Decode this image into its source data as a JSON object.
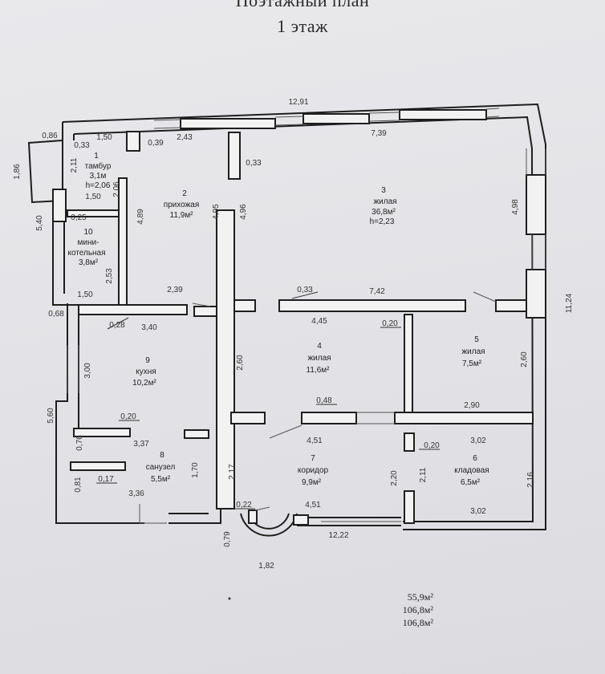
{
  "title": {
    "line1": "Поэтажный план",
    "line2": "1 этаж"
  },
  "rooms": [
    {
      "num": "1",
      "name": "тамбур",
      "area": "3,1м",
      "height": "h=2,06"
    },
    {
      "num": "2",
      "name": "прихожая",
      "area": "11,9м²"
    },
    {
      "num": "3",
      "name": "жилая",
      "area": "36,8м²",
      "height": "h=2,23"
    },
    {
      "num": "4",
      "name": "жилая",
      "area": "11,6м²"
    },
    {
      "num": "5",
      "name": "жилая",
      "area": "7,5м²"
    },
    {
      "num": "6",
      "name": "кладовая",
      "area": "6,5м²"
    },
    {
      "num": "7",
      "name": "коридор",
      "area": "9,9м²"
    },
    {
      "num": "8",
      "name": "санузел",
      "area": "5,5м²"
    },
    {
      "num": "9",
      "name": "кухня",
      "area": "10,2м²"
    },
    {
      "num": "10",
      "name": "мини-",
      "name2": "котельная",
      "area": "3,8м²"
    }
  ],
  "dims": {
    "top_total": "12,91",
    "d_086": "0,86",
    "d_033a": "0,33",
    "d_150a": "1,50",
    "d_039": "0,39",
    "d_243": "2,43",
    "d_739": "7,39",
    "d_186": "1,86",
    "d_211": "2,11",
    "d_206": "2,06",
    "d_150b": "1,50",
    "d_033b": "0,33",
    "d_489": "4,89",
    "d_495": "4,95",
    "d_496": "4,96",
    "d_498": "4,98",
    "d_540": "5,40",
    "d_025": "0,25",
    "d_253": "2,53",
    "d_150c": "1,50",
    "d_068": "0,68",
    "d_239": "2,39",
    "d_033c": "0,33",
    "d_742": "7,42",
    "d_1124": "11,24",
    "d_028": "0,28",
    "d_340": "3,40",
    "d_445": "4,45",
    "d_020a": "0,20",
    "d_300": "3,00",
    "d_260a": "2,60",
    "d_260b": "2,60",
    "d_048": "0,48",
    "d_290": "2,90",
    "d_560": "5,60",
    "d_020b": "0,20",
    "d_337": "3,37",
    "d_451a": "4,51",
    "d_302a": "3,02",
    "d_076": "0,76",
    "d_020c": "0,20",
    "d_170": "1,70",
    "d_217": "2,17",
    "d_220": "2,20",
    "d_211b": "2,11",
    "d_216": "2,16",
    "d_081": "0,81",
    "d_017": "0,17",
    "d_336": "3,36",
    "d_022": "0,22",
    "d_451b": "4,51",
    "d_302b": "3,02",
    "d_079": "0,79",
    "d_1222": "12,22",
    "d_182": "1,82"
  },
  "totals": [
    "55,9м²",
    "106,8м²",
    "106,8м²"
  ]
}
